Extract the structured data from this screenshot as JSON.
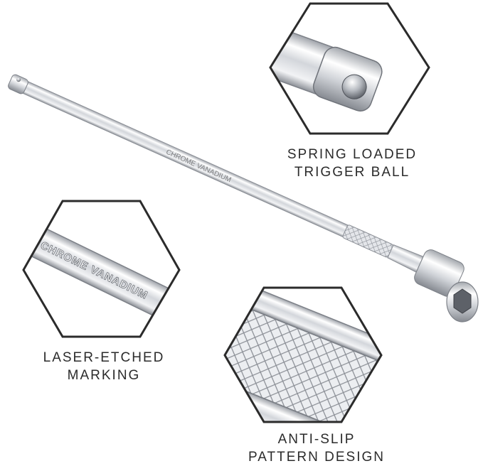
{
  "callouts": {
    "trigger_ball": {
      "line1": "SPRING LOADED",
      "line2": "TRIGGER BALL"
    },
    "laser_marking": {
      "line1": "LASER-ETCHED",
      "line2": "MARKING"
    },
    "anti_slip": {
      "line1": "ANTI-SLIP",
      "line2": "PATTERN DESIGN"
    }
  },
  "etched_text": "CHROME VANADIUM",
  "colors": {
    "hex_border": "#2b2b2b",
    "caption_text": "#2b2b2b",
    "chrome_light": "#f4f5f7",
    "chrome_mid": "#c9ccd1",
    "chrome_dark": "#8a8e95"
  }
}
